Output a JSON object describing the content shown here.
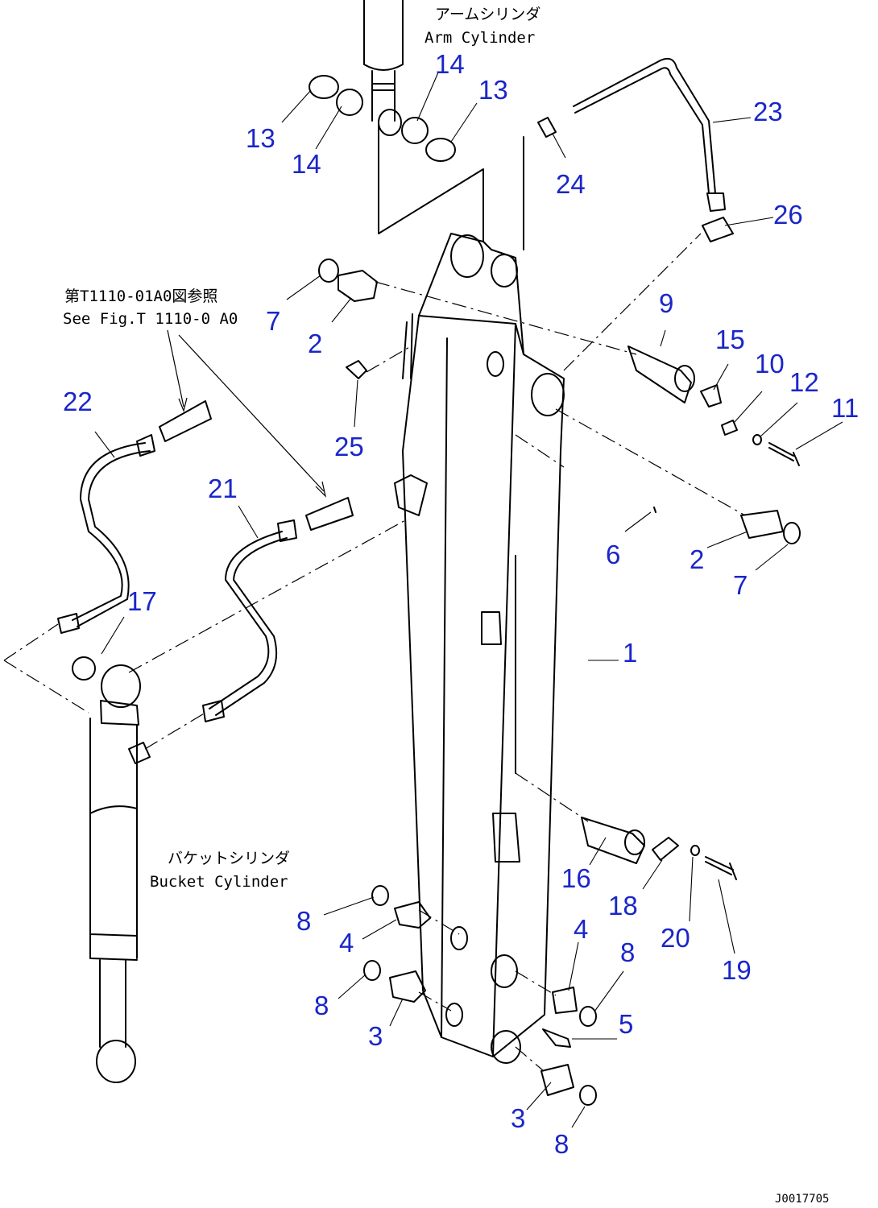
{
  "diagram": {
    "captions": {
      "arm_cylinder_jp": "アームシリンダ",
      "arm_cylinder_en": "Arm Cylinder",
      "ref_jp": "第T1110-01A0図参照",
      "ref_en": "See Fig.T 1110-0 A0",
      "bucket_cylinder_jp": "バケットシリンダ",
      "bucket_cylinder_en": "Bucket Cylinder"
    },
    "drawing_code": "J0017705",
    "part_numbers": [
      "13",
      "14",
      "14",
      "13",
      "24",
      "23",
      "26",
      "7",
      "2",
      "9",
      "15",
      "10",
      "12",
      "11",
      "25",
      "22",
      "21",
      "6",
      "2",
      "7",
      "17",
      "1",
      "16",
      "18",
      "20",
      "19",
      "8",
      "4",
      "4",
      "8",
      "8",
      "3",
      "5",
      "3",
      "8"
    ]
  }
}
